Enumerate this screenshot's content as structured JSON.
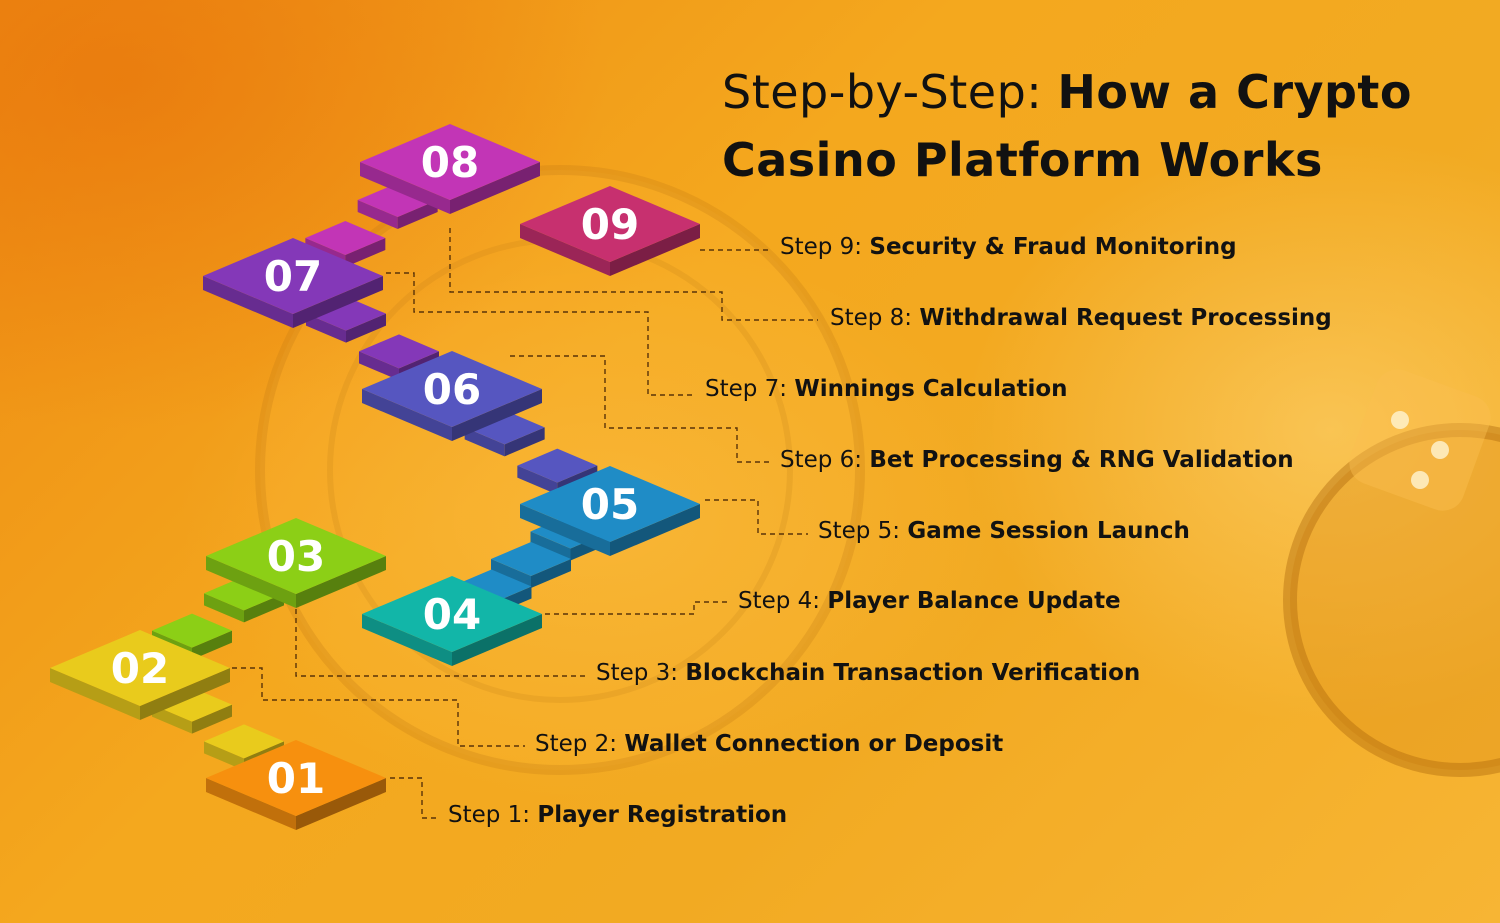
{
  "title": {
    "light": "Step-by-Step: ",
    "bold": "How a Crypto Casino Platform Works"
  },
  "steps": [
    {
      "number": "01",
      "prefix": "Step 1: ",
      "text": "Player Registration",
      "color": "#f7900e"
    },
    {
      "number": "02",
      "prefix": "Step 2: ",
      "text": "Wallet Connection or Deposit",
      "color": "#e9cb1c"
    },
    {
      "number": "03",
      "prefix": "Step 3: ",
      "text": "Blockchain Transaction Verification",
      "color": "#8ccf16"
    },
    {
      "number": "04",
      "prefix": "Step 4: ",
      "text": "Player Balance Update",
      "color": "#12b6a8"
    },
    {
      "number": "05",
      "prefix": "Step 5: ",
      "text": "Game Session Launch",
      "color": "#1f8cc6"
    },
    {
      "number": "06",
      "prefix": "Step 6: ",
      "text": "Bet Processing & RNG Validation",
      "color": "#5656c0"
    },
    {
      "number": "07",
      "prefix": "Step 7: ",
      "text": "Winnings Calculation",
      "color": "#8438b8"
    },
    {
      "number": "08",
      "prefix": "Step 8: ",
      "text": "Withdrawal Request Processing",
      "color": "#c235b6"
    },
    {
      "number": "09",
      "prefix": "Step 9: ",
      "text": "Security & Fraud Monitoring",
      "color": "#c7306f"
    }
  ]
}
